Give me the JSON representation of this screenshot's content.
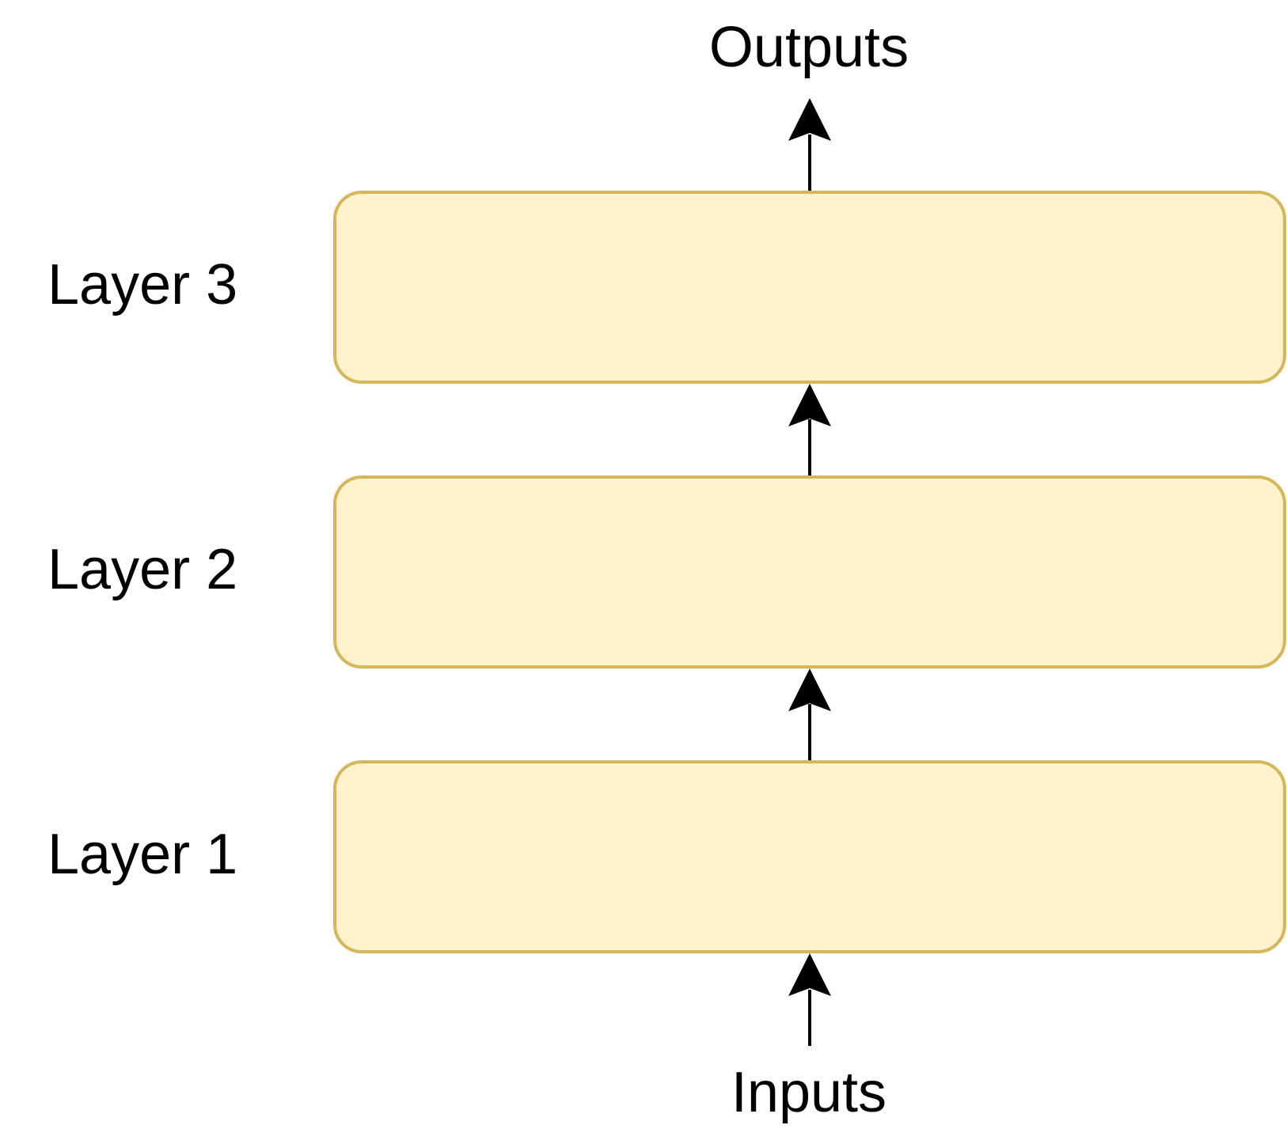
{
  "diagram": {
    "outputs_label": "Outputs",
    "inputs_label": "Inputs",
    "layers": [
      {
        "label": "Layer 3"
      },
      {
        "label": "Layer 2"
      },
      {
        "label": "Layer 1"
      }
    ]
  },
  "colors": {
    "layer_fill": "#fff2cc",
    "layer_stroke": "#d6b656",
    "arrow": "#000000",
    "text": "#000000"
  }
}
